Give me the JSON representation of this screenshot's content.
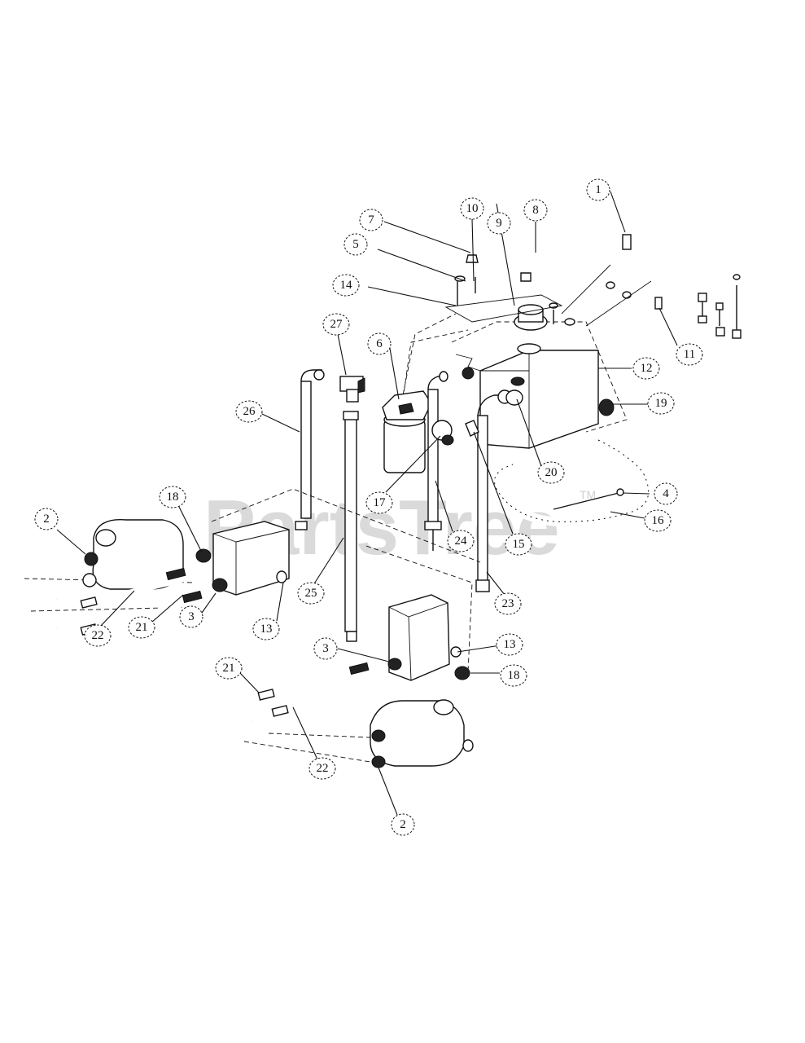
{
  "watermark": {
    "text": "PartsTree",
    "tm": "TM"
  },
  "callouts": [
    {
      "label": "1"
    },
    {
      "label": "2"
    },
    {
      "label": "2"
    },
    {
      "label": "3"
    },
    {
      "label": "3"
    },
    {
      "label": "4"
    },
    {
      "label": "5"
    },
    {
      "label": "6"
    },
    {
      "label": "7"
    },
    {
      "label": "8"
    },
    {
      "label": "9"
    },
    {
      "label": "10"
    },
    {
      "label": "11"
    },
    {
      "label": "12"
    },
    {
      "label": "13"
    },
    {
      "label": "13"
    },
    {
      "label": "14"
    },
    {
      "label": "15"
    },
    {
      "label": "16"
    },
    {
      "label": "17"
    },
    {
      "label": "18"
    },
    {
      "label": "18"
    },
    {
      "label": "19"
    },
    {
      "label": "20"
    },
    {
      "label": "21"
    },
    {
      "label": "21"
    },
    {
      "label": "22"
    },
    {
      "label": "22"
    },
    {
      "label": "23"
    },
    {
      "label": "24"
    },
    {
      "label": "25"
    },
    {
      "label": "26"
    },
    {
      "label": "27"
    }
  ]
}
